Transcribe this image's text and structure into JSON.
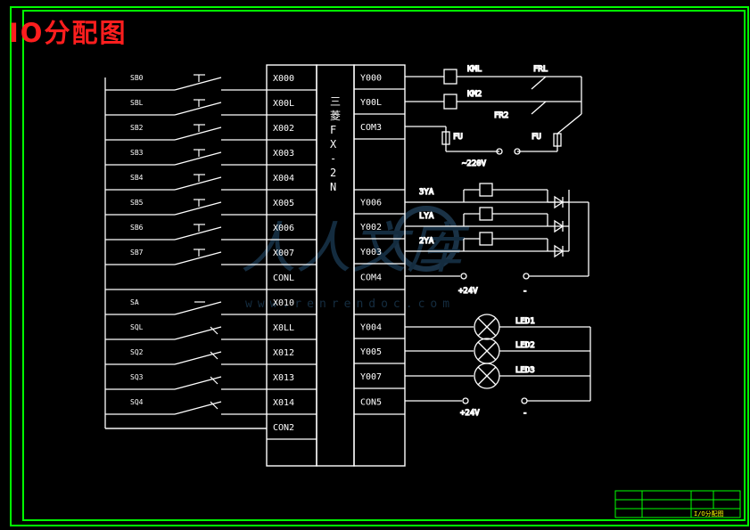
{
  "title": "IO分配图",
  "plc_model": [
    "三",
    "菱",
    "F",
    "X",
    "-",
    "2",
    "N"
  ],
  "plc_inputs": [
    "X000",
    "X00L",
    "X002",
    "X003",
    "X004",
    "X005",
    "X006",
    "X007",
    "CONL",
    "X010",
    "X0LL",
    "X012",
    "X013",
    "X014",
    "CON2"
  ],
  "input_switch_labels": [
    "SB0",
    "SBL",
    "SB2",
    "SB3",
    "SB4",
    "SB5",
    "SB6",
    "SB7",
    "SA",
    "SQL",
    "SQ2",
    "SQ3",
    "SQ4"
  ],
  "plc_outputs_top": [
    "Y000",
    "Y00L",
    "COM3"
  ],
  "plc_outputs_mid": [
    "Y006",
    "Y002",
    "Y003",
    "COM4"
  ],
  "plc_outputs_bot": [
    "Y004",
    "Y005",
    "Y007",
    "CON5"
  ],
  "relay_coils": [
    "KML",
    "KM2"
  ],
  "overloads": [
    "FRL",
    "FR2"
  ],
  "fuses": [
    "FU",
    "FU"
  ],
  "supply_ac": "~220V",
  "solenoids": [
    "3YA",
    "LYA",
    "2YA"
  ],
  "leds": [
    "LED1",
    "LED2",
    "LED3"
  ],
  "supply_dc": [
    "+24V",
    "-"
  ],
  "watermark_text": "人人文库",
  "watermark_url": "www.renrendoc.com",
  "frame_color": "#00ff00",
  "line_color": "#ffffff",
  "title_color": "#ff1e1e",
  "title_block_label": "I/O分配图"
}
